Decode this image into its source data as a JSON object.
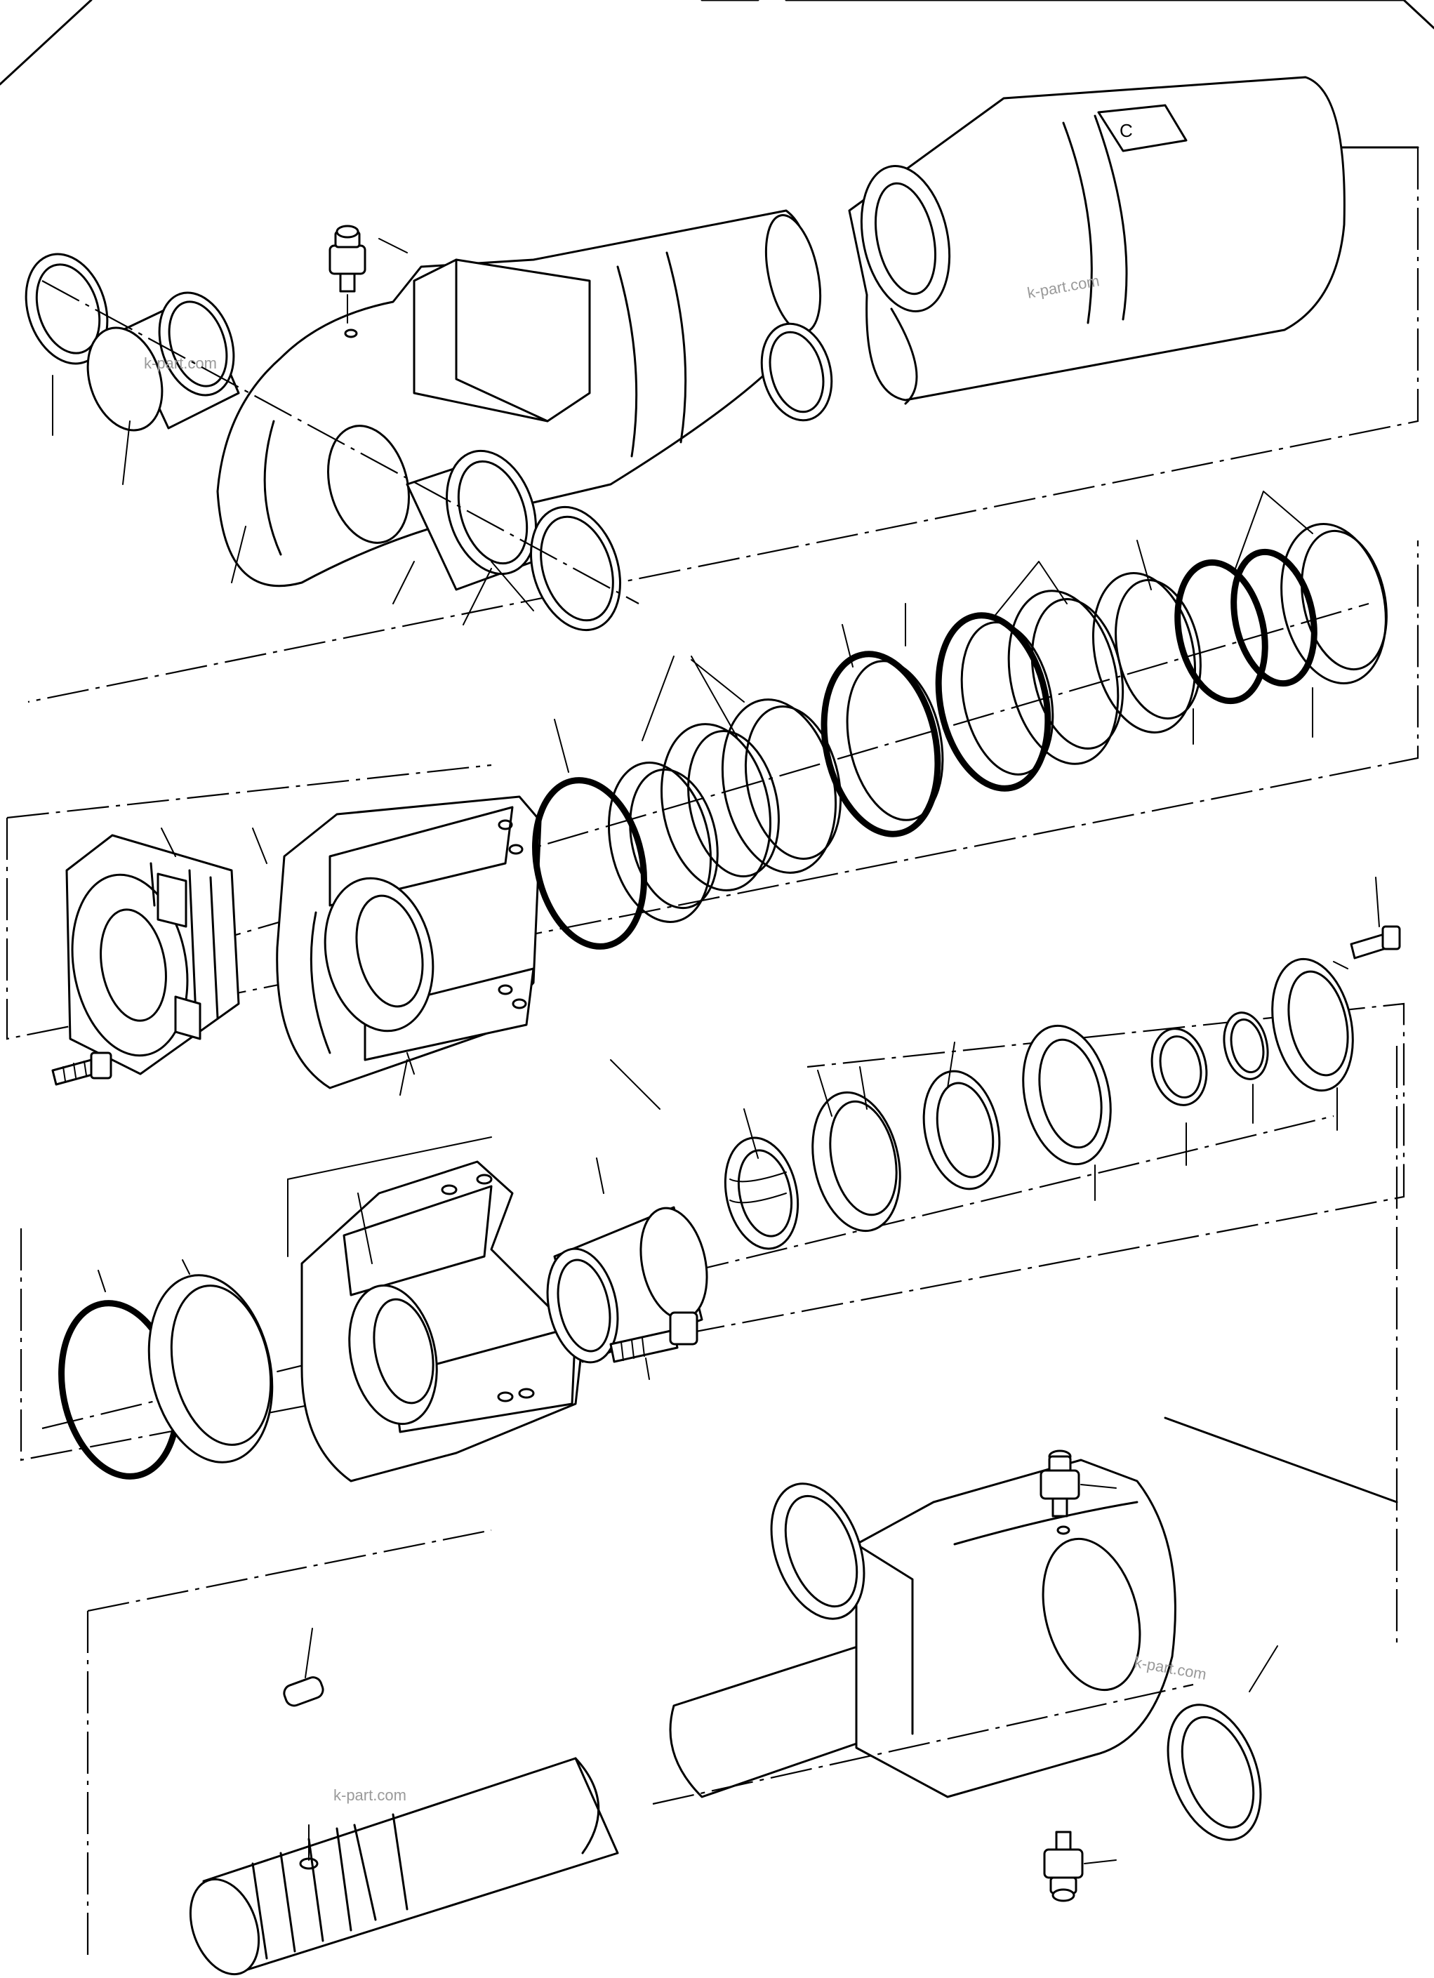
{
  "watermarks": [
    "k-part.com",
    "k-part.com",
    "k-part.com",
    "k-part.com"
  ],
  "icons": [
    "cylinder-tube",
    "grease-nipple",
    "bushing",
    "snap-ring",
    "nut",
    "piston",
    "seal-ring",
    "cylinder-head",
    "o-ring",
    "bolt",
    "piston-rod",
    "rod-eye"
  ],
  "colors": {
    "line": "#000000",
    "background": "#ffffff",
    "watermark": "#9a9a9a"
  }
}
